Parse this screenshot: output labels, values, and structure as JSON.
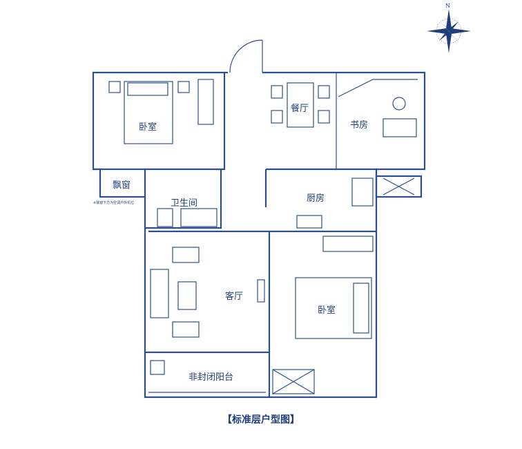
{
  "compass": {
    "label": "N",
    "icon": "compass-rose-icon"
  },
  "rooms": {
    "bedroom_top": "卧室",
    "dining": "餐厅",
    "study": "书房",
    "bay_window": "飘窗",
    "bathroom": "卫生间",
    "kitchen": "厨房",
    "living": "客厅",
    "bedroom_bottom": "卧室",
    "balcony": "非封闭阳台"
  },
  "note": "※飘窗下方为空调户外机位",
  "title": "【标准层户型图】",
  "colors": {
    "line": "#2b4f8e"
  }
}
